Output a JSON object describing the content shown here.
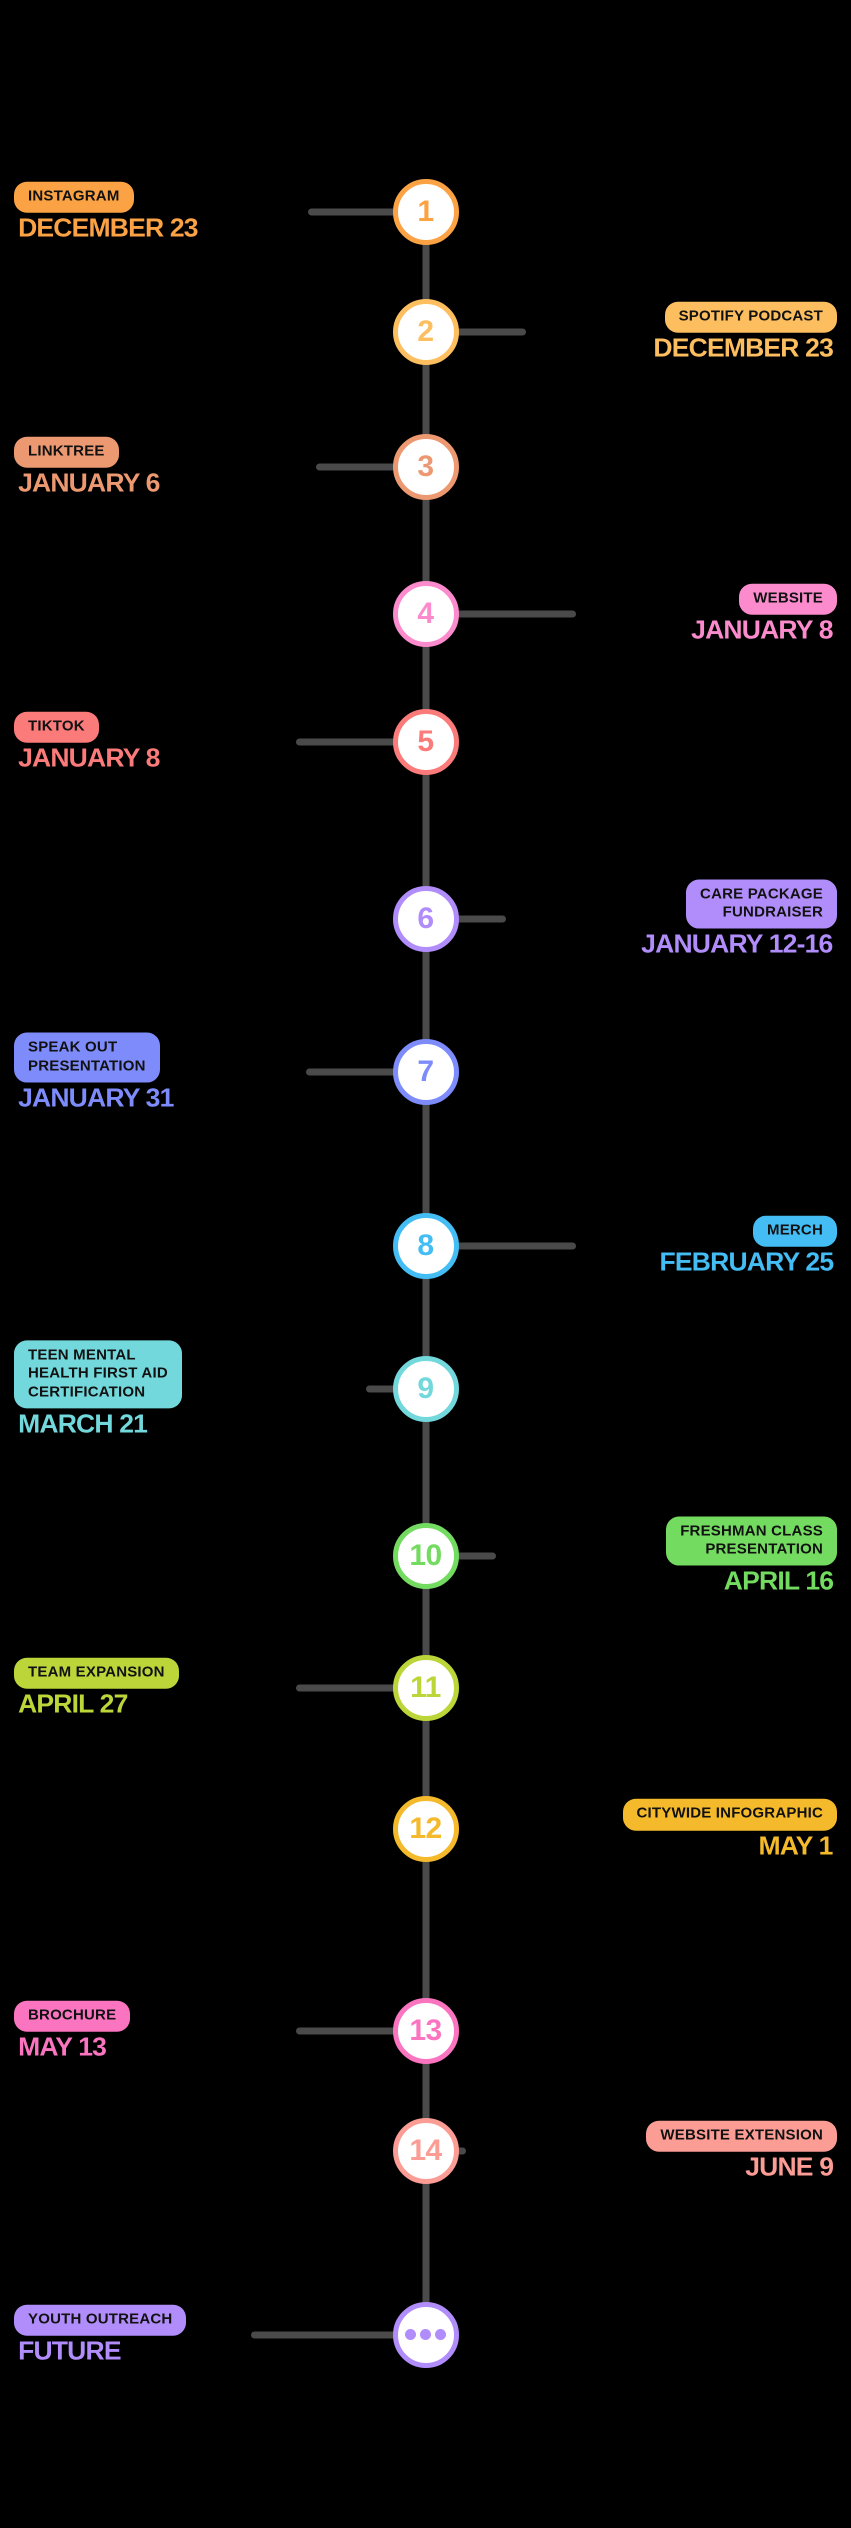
{
  "meta": {
    "background_color": "#000000",
    "line_color": "#4a4a4a",
    "node_fill": "#ffffff",
    "pill_text_color": "#111111"
  },
  "timeline": {
    "items": [
      {
        "number": "1",
        "label": "INSTAGRAM",
        "date": "DECEMBER 23",
        "color": "#FBA344",
        "side": "left"
      },
      {
        "number": "2",
        "label": "SPOTIFY PODCAST",
        "date": "DECEMBER 23",
        "color": "#FCBE5F",
        "side": "right"
      },
      {
        "number": "3",
        "label": "LINKTREE",
        "date": "JANUARY 6",
        "color": "#EC9871",
        "side": "left"
      },
      {
        "number": "4",
        "label": "WEBSITE",
        "date": "JANUARY 8",
        "color": "#FB8BCD",
        "side": "right"
      },
      {
        "number": "5",
        "label": "TIKTOK",
        "date": "JANUARY 8",
        "color": "#FB7A7A",
        "side": "left"
      },
      {
        "number": "6",
        "label": "CARE PACKAGE\nFUNDRAISER",
        "date": "JANUARY 12-16",
        "color": "#B18CFB",
        "side": "right"
      },
      {
        "number": "7",
        "label": "SPEAK OUT\nPRESENTATION",
        "date": "JANUARY 31",
        "color": "#7E8BFB",
        "side": "left"
      },
      {
        "number": "8",
        "label": "MERCH",
        "date": "FEBRUARY 25",
        "color": "#44BDF4",
        "side": "right"
      },
      {
        "number": "9",
        "label": "TEEN MENTAL\nHEALTH FIRST AID\nCERTIFICATION",
        "date": "MARCH 21",
        "color": "#72D8DC",
        "side": "left"
      },
      {
        "number": "10",
        "label": "FRESHMAN CLASS\nPRESENTATION",
        "date": "APRIL 16",
        "color": "#74DB61",
        "side": "right"
      },
      {
        "number": "11",
        "label": "TEAM EXPANSION",
        "date": "APRIL 27",
        "color": "#BCD63A",
        "side": "left"
      },
      {
        "number": "12",
        "label": "CITYWIDE INFOGRAPHIC",
        "date": "MAY 1",
        "color": "#F4BA2B",
        "side": "right"
      },
      {
        "number": "13",
        "label": "BROCHURE",
        "date": "MAY 13",
        "color": "#FB74C0",
        "side": "left"
      },
      {
        "number": "14",
        "label": "WEBSITE EXTENSION",
        "date": "JUNE 9",
        "color": "#FB9C95",
        "side": "right"
      },
      {
        "number": "...",
        "label": "YOUTH OUTREACH",
        "date": "FUTURE",
        "color": "#B18CFB",
        "side": "left",
        "icon": "ellipsis-icon"
      }
    ]
  }
}
